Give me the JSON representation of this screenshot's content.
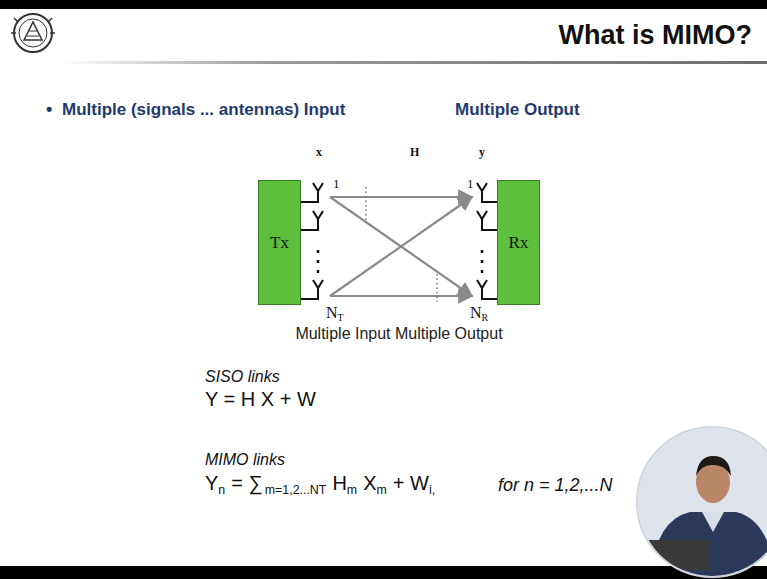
{
  "diagram": {
    "title": "What is MIMO?",
    "caption": "Multiple Input Multiple Output",
    "nodes": [
      {
        "text": [
          "Tx"
        ]
      },
      {
        "text": [
          "Rx"
        ]
      }
    ],
    "labels": [
      "•",
      "Multiple (signals ... antennas) Input",
      "Multiple Output",
      "x",
      "H",
      "y",
      "1",
      "N",
      "T",
      "1",
      "N",
      "R",
      "SISO links",
      "Y = H X + W",
      "MIMO links",
      "Y",
      "n",
      "= ∑",
      "m=1,2...N",
      "T",
      "H",
      "m",
      "X",
      "m",
      "+ W",
      "i,",
      "for n = 1,2,...N"
    ]
  }
}
